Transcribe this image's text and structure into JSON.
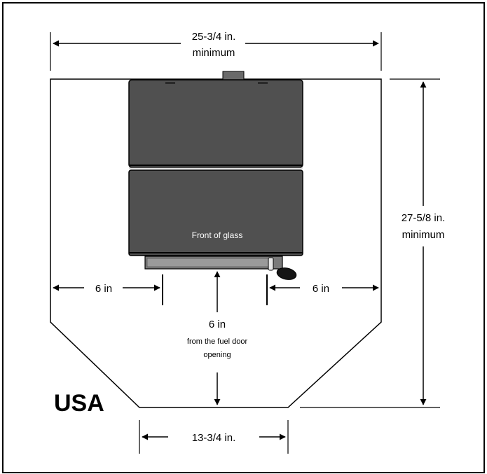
{
  "diagram": {
    "region": "USA",
    "stove_label": "Front of glass",
    "dim_width_top": {
      "line1": "25-3/4 in.",
      "line2": "minimum"
    },
    "dim_depth_right": {
      "line1": "27-5/8 in.",
      "line2": "minimum"
    },
    "dim_side_left": "6 in",
    "dim_side_right": "6 in",
    "dim_front": {
      "line1": "6 in",
      "line2": "from the fuel door",
      "line3": "opening"
    },
    "dim_width_bottom": "13-3/4 in."
  }
}
